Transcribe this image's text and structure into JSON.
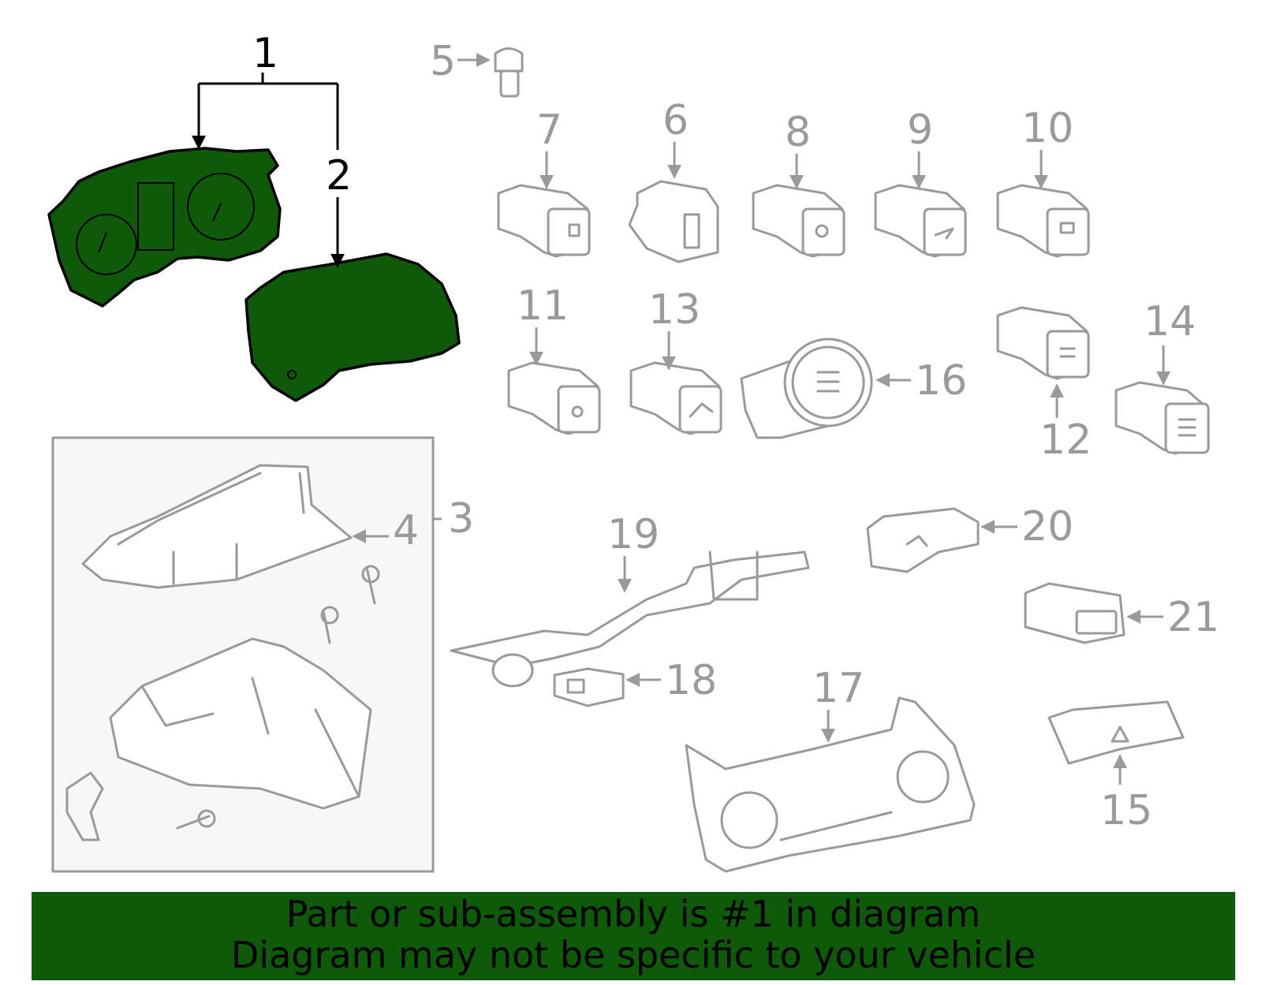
{
  "callouts": {
    "c1": "1",
    "c2": "2",
    "c3": "3",
    "c4": "4",
    "c5": "5",
    "c6": "6",
    "c7": "7",
    "c8": "8",
    "c9": "9",
    "c10": "10",
    "c11": "11",
    "c12": "12",
    "c13": "13",
    "c14": "14",
    "c15": "15",
    "c16": "16",
    "c17": "17",
    "c18": "18",
    "c19": "19",
    "c20": "20",
    "c21": "21"
  },
  "banner": {
    "line1": "Part or sub-assembly is #1 in diagram",
    "line2": "Diagram may not be specific to your vehicle"
  },
  "colors": {
    "highlight": "#0e5a0a",
    "line": "#9a9a9a",
    "text_highlight": "#000000"
  },
  "highlighted_parts": [
    "1",
    "2"
  ]
}
